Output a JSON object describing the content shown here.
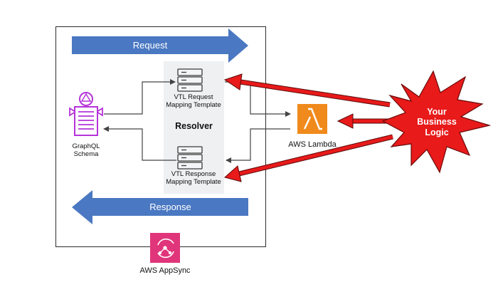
{
  "request_label": "Request",
  "response_label": "Response",
  "resolver_label": "Resolver",
  "graphql": {
    "line1": "GraphQL",
    "line2": "Schema"
  },
  "vtl_request": {
    "line1": "VTL Request",
    "line2": "Mapping Template"
  },
  "vtl_response": {
    "line1": "VTL Response",
    "line2": "Mapping Template"
  },
  "lambda_label": "AWS Lambda",
  "appsync_label": "AWS AppSync",
  "business_logic": {
    "line1": "Your",
    "line2": "Business",
    "line3": "Logic"
  },
  "colors": {
    "arrow_blue": "#4a78c2",
    "appsync_pink": "#e0357a",
    "lambda_orange": "#f08a1c",
    "graphql_purple": "#b533d9",
    "red": "#e81a1a"
  },
  "icons": {
    "lambda": "lambda-icon",
    "graphql": "graphql-schema-icon",
    "appsync": "appsync-icon",
    "template": "server-stack-icon"
  }
}
